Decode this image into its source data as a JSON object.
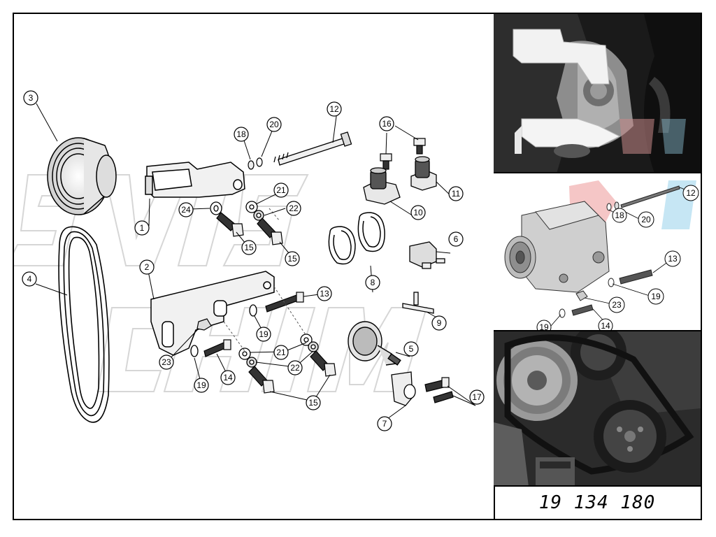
{
  "part_number": "19 134 180",
  "callouts": {
    "c1": "1",
    "c2": "2",
    "c3": "3",
    "c4": "4",
    "c5": "5",
    "c6": "6",
    "c7": "7",
    "c8": "8",
    "c9": "9",
    "c10": "10",
    "c11": "11",
    "c12": "12",
    "c13": "13",
    "c14": "14",
    "c15a": "15",
    "c15b": "15",
    "c15c": "15",
    "c16": "16",
    "c17": "17",
    "c18": "18",
    "c19a": "19",
    "c19b": "19",
    "c20": "20",
    "c21a": "21",
    "c21b": "21",
    "c22a": "22",
    "c22b": "22",
    "c23": "23",
    "c24": "24"
  },
  "photo2_callouts": {
    "p12": "12",
    "p18": "18",
    "p20": "20",
    "p13": "13",
    "p19a": "19",
    "p23": "23",
    "p19b": "19",
    "p14": "14"
  },
  "colors": {
    "line": "#000000",
    "watermark": "#9a9a9a"
  }
}
